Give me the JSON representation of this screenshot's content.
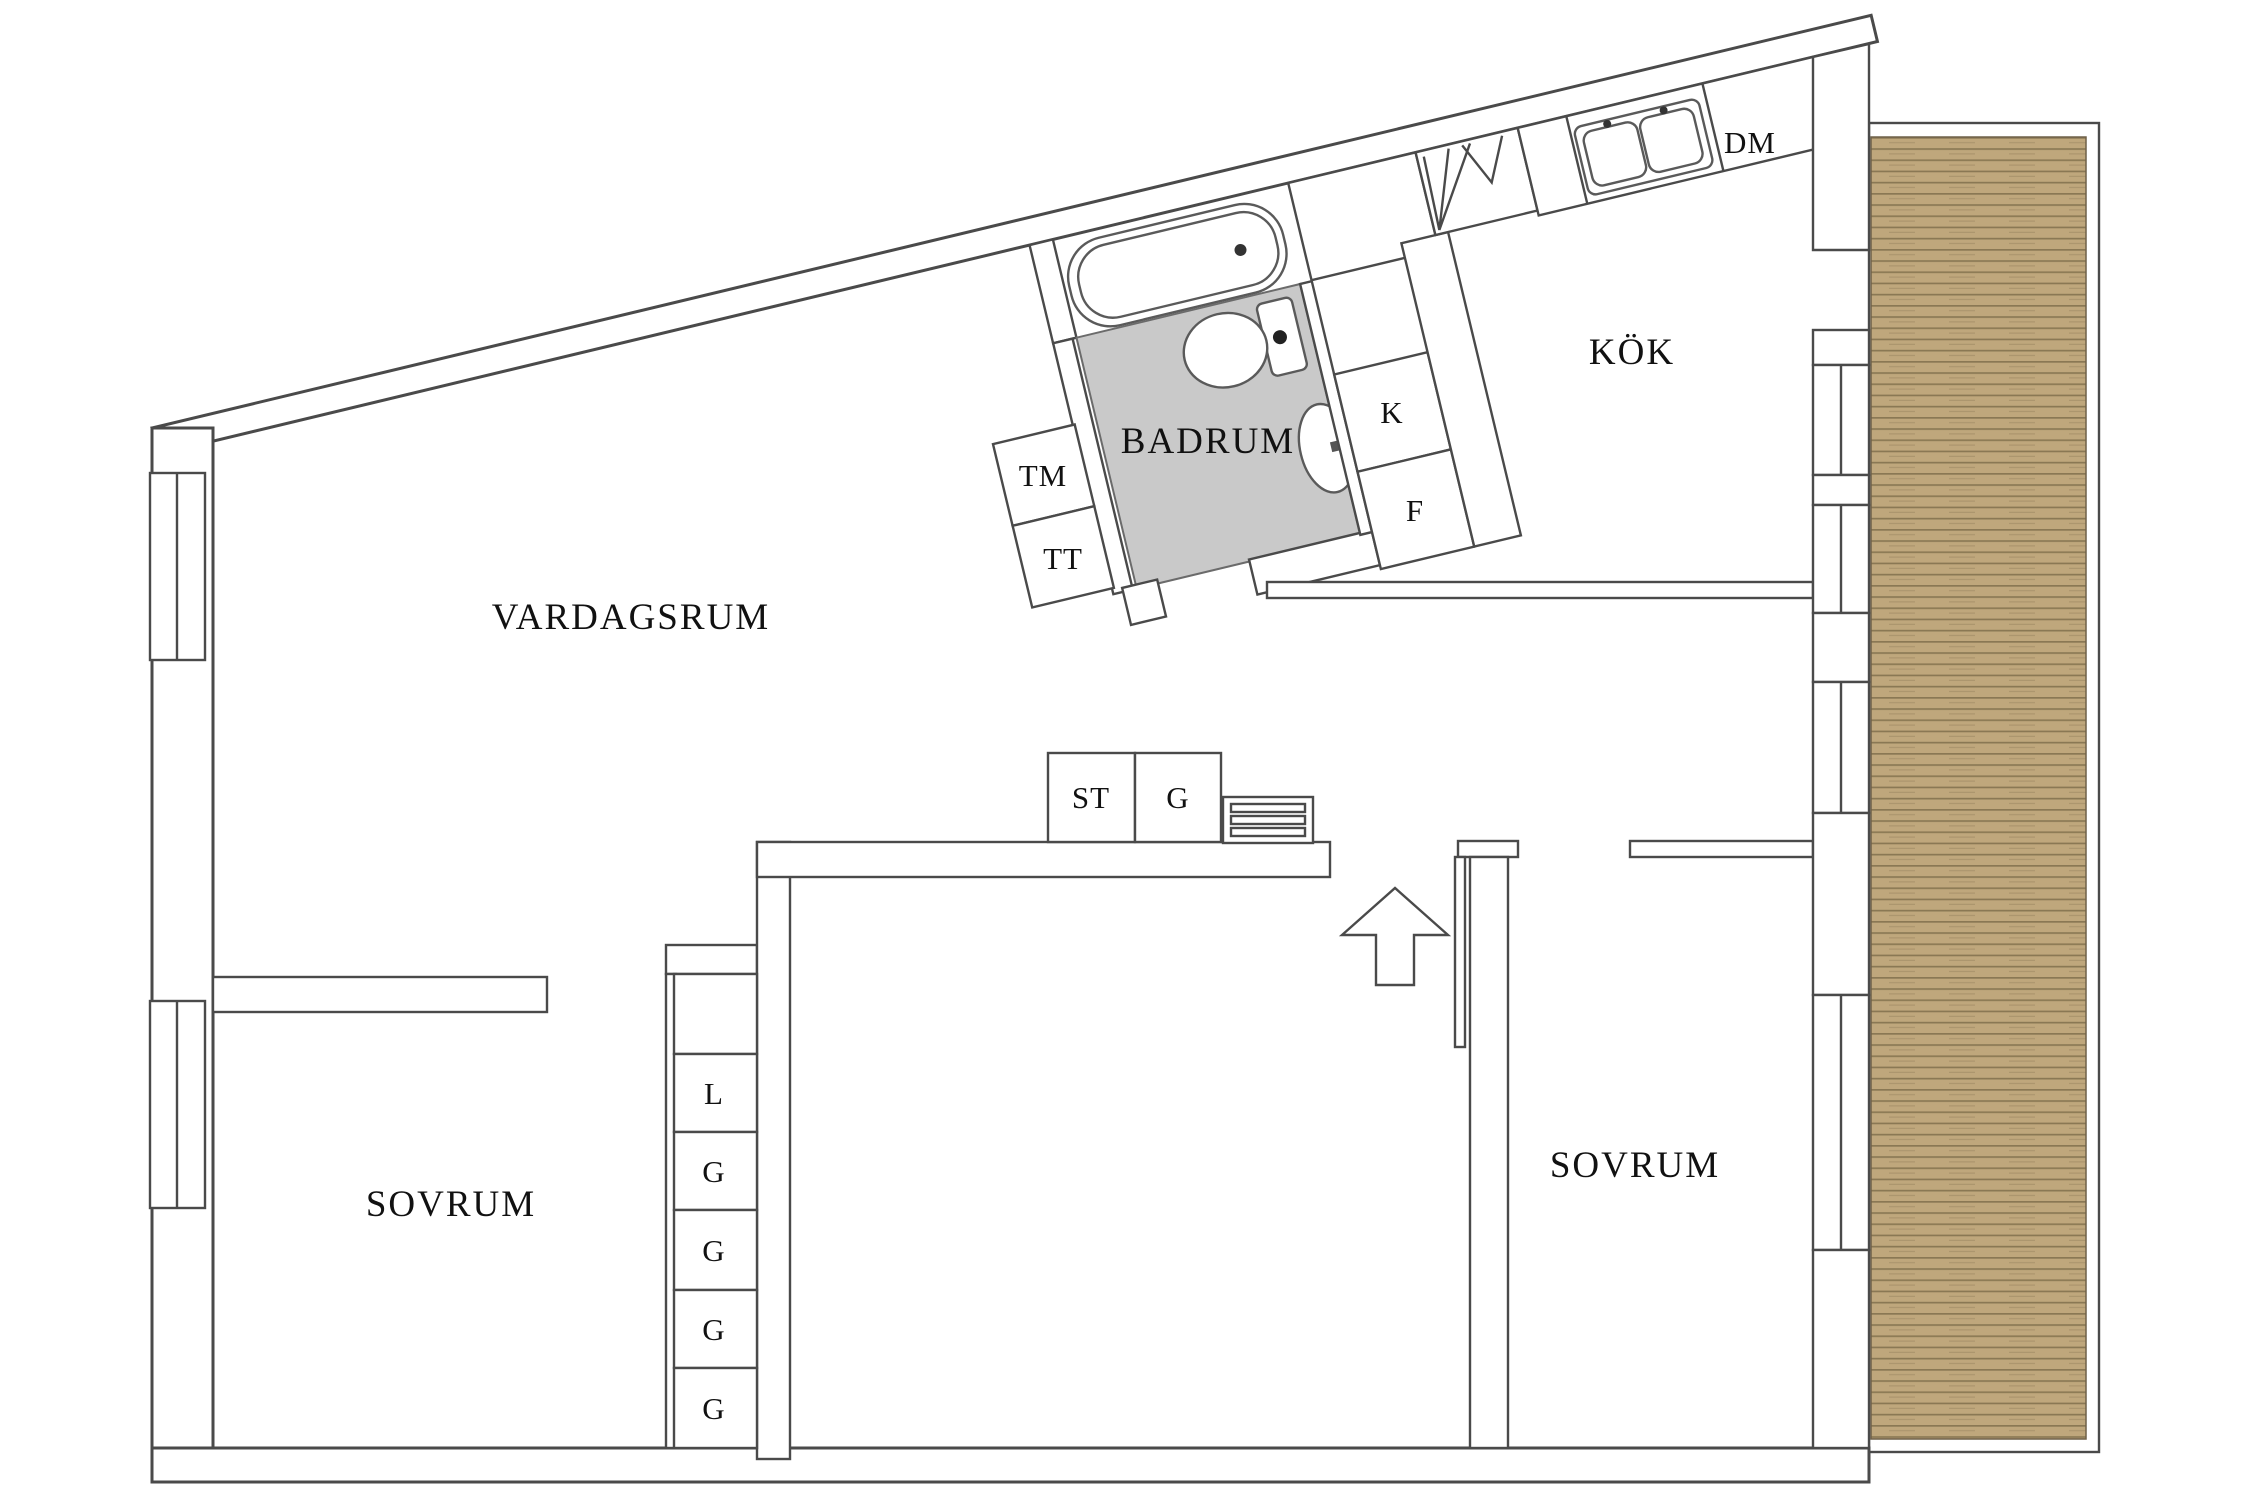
{
  "plan": {
    "rooms": {
      "living": "VARDAGSRUM",
      "bathroom": "BADRUM",
      "kitchen": "KÖK",
      "bedroom_left": "SOVRUM",
      "bedroom_right": "SOVRUM"
    },
    "appliances": {
      "washing_machine": "TM",
      "tumble_dryer": "TT",
      "fridge": "K",
      "freezer": "F",
      "dishwasher": "DM"
    },
    "storage": {
      "st_closet": "ST",
      "g_closet": "G",
      "closet_column": [
        {
          "label": ""
        },
        {
          "label": "L"
        },
        {
          "label": "G"
        },
        {
          "label": "G"
        },
        {
          "label": "G"
        },
        {
          "label": "G"
        }
      ]
    },
    "colors": {
      "wall_line": "#4a4a4a",
      "bathroom_floor": "#c9c9c9",
      "deck_plank": "#bfa77c",
      "deck_groove": "#8a7854"
    }
  }
}
